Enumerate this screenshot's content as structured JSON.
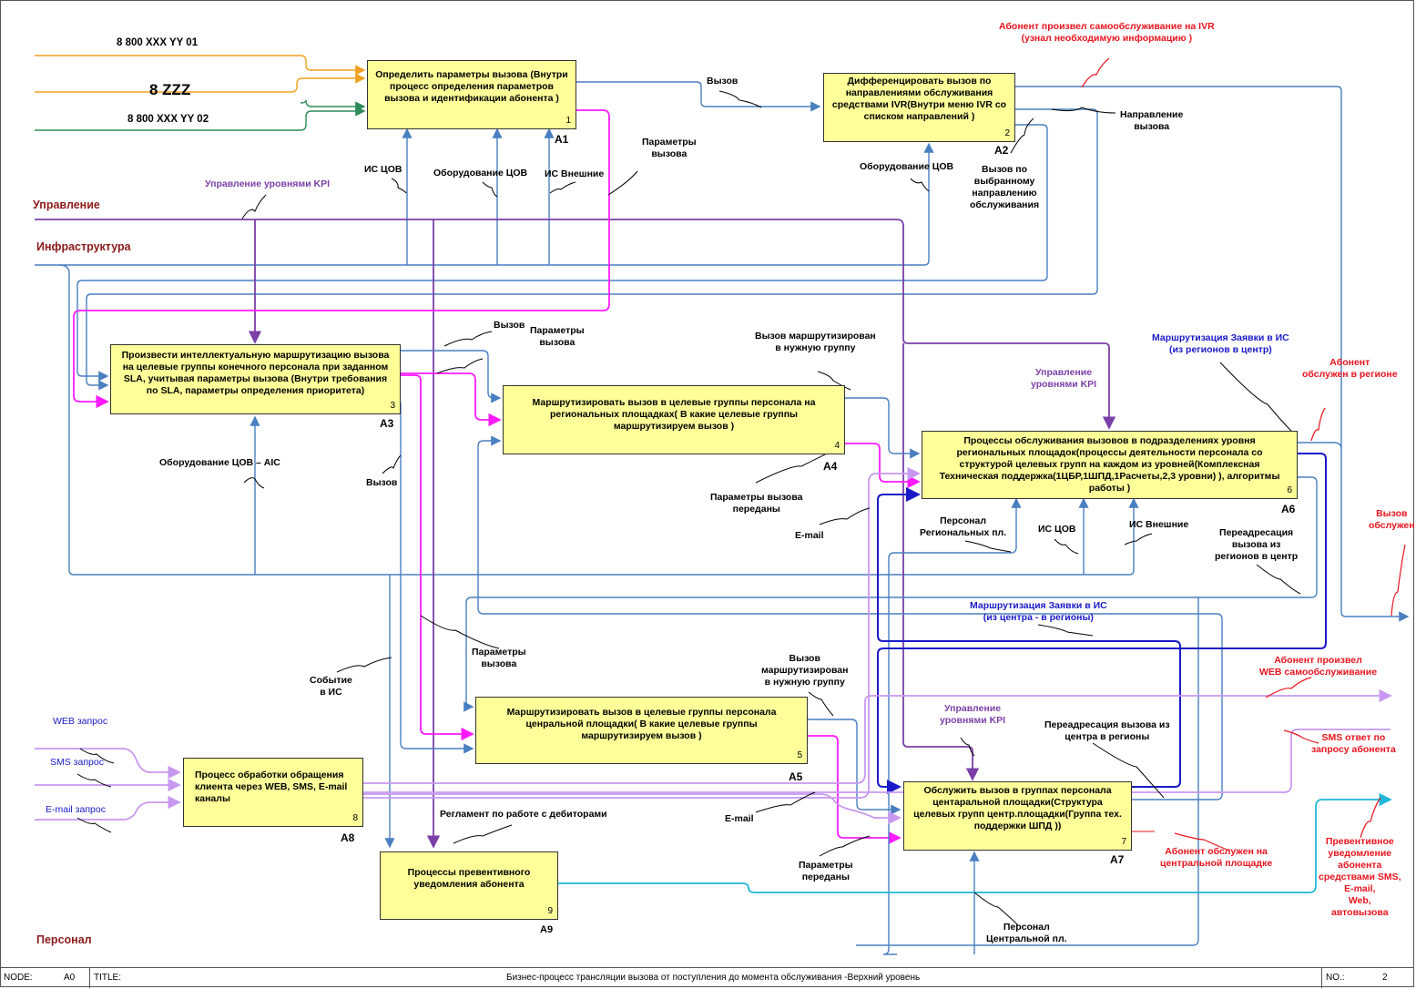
{
  "boxes": [
    {
      "id": "a1",
      "text": "Определить параметры вызова (Внутри процесс   определения параметров вызова и идентификации абонента )",
      "num": "1",
      "node": "A1"
    },
    {
      "id": "a2",
      "text": "Дифференцировать  вызов по направлениями обслуживания средствами IVR(Внутри меню IVR со списком направлений )",
      "num": "2",
      "node": "A2"
    },
    {
      "id": "a3",
      "text": "Произвести интеллектуальную маршрутизацию вызова на целевые группы конечного персонала при заданном SLA, учитывая параметры вызова (Внутри требования по SLA, параметры определения  приоритета)",
      "num": "3",
      "node": "A3"
    },
    {
      "id": "a4",
      "text": "Маршрутизировать вызов в целевые группы персонала на региональных площадках(   В какие целевые группы маршрутизируем вызов )",
      "num": "4",
      "node": "A4"
    },
    {
      "id": "a5",
      "text": "Маршрутизировать вызов в целевые группы персонала ценральной площадки(  В какие целевые группы маршрутизируем вызов )",
      "num": "5",
      "node": "A5"
    },
    {
      "id": "a6",
      "text": "Процессы обслуживания  вызовов в подразделениях  уровня региональных площадок(процессы деятельности персонала со структурой целевых групп  на каждом из уровней(Комплексная Техническая поддержка(1ЦБР,1ШПД,1Расчеты,2,3 уровни) ), алгоритмы работы )",
      "num": "6",
      "node": "A6"
    },
    {
      "id": "a7",
      "text": "Обслужить вызов в группах персонала центаральной площадки(Структура целевых групп центр.площадки(Группа тех. поддержки ШПД ))",
      "num": "7",
      "node": "A7"
    },
    {
      "id": "a8",
      "text": "Процесс обработки  обращения клиента через WEB, SMS, E-mail каналы",
      "num": "8",
      "node": "A8"
    },
    {
      "id": "a9",
      "text": "Процессы превентивного уведомления абонента",
      "num": "9",
      "node": "A9"
    }
  ],
  "labels": {
    "num1": "8 800 XXX YY 01",
    "num2": "8 ZZZ",
    "num3": "8 800 XXX YY 02",
    "upravlenie": "Управление",
    "infra": "Инфраструктура",
    "personal": "Персонал",
    "kpi1": "Управление уровнями KPI",
    "is_cov_1": "ИС ЦОВ",
    "equip_1": "Оборудование ЦОВ",
    "is_ext_1": "ИС Внешние",
    "params_1": "Параметры\nвызова",
    "call_1": "Вызов",
    "equip_2": "Оборудование ЦОВ",
    "direction": "Направление\nвызова",
    "call_selected": "Вызов по\nвыбранному\nнаправлению\nобслуживания",
    "ivr_self": "Абонент произвел самообслуживание  на IVR\n(узнал необходимую информацию )",
    "call_2": "Вызов",
    "params_2": "Параметры\nвызова",
    "routed_group_1": "Вызов маршрутизирован\nв нужную группу",
    "equip_aic": "Оборудование ЦОВ – AIC",
    "call_3": "Вызов",
    "params_passed_1": "Параметры вызова\nпереданы",
    "email_1": "E-mail",
    "kpi2": "Управление\nуровнями KPI",
    "route_req_1": "Маршрутизация Заявки в ИС\n(из  регионов в центр)",
    "served_region": "Абонент\nобслужен в регионе",
    "staff_reg": "Персонал\nРегиональных пл.",
    "is_cov_2": "ИС ЦОВ",
    "is_ext_2": "ИС Внешние",
    "redirect_1": "Переадресация\nвызова из\nрегионов в центр",
    "call_served": "Вызов\nобслужен",
    "route_req_2": "Маршрутизация Заявки в ИС\n(из центра - в регионы)",
    "web_self": "Абонент произвел\nWEB самообслуживание",
    "sms_answer": "SMS ответ по\nзапросу абонента",
    "params_3": "Параметры\nвызова",
    "event_is": "Событие\nв ИС",
    "routed_group_2": "Вызов\nмаршрутизирован\nв нужную группу",
    "kpi3": "Управление\nуровнями KPI",
    "redirect_2": "Переадресация  вызова из\nцентра в регионы",
    "web_req": "WEB запрос",
    "sms_req": "SMS запрос",
    "email_req": "E-mail запрос",
    "reglament": "Регламент по работе с дебиторами",
    "email_2": "E-mail",
    "params_passed_2": "Параметры\nпереданы",
    "served_central": "Абонент обслужен на\nцентральной площадке",
    "preventive": "Превентивное\nуведомление\nабонента\nсредствами SMS,\nE-mail,\nWeb,\nавтовызова",
    "staff_central": "Персонал\nЦентральной пл."
  },
  "footer": {
    "node_label": "NODE:",
    "node_value": "A0",
    "title_label": "TITLE:",
    "title_value": "Бизнес-процесс трансляции вызова от поступления до момента обслуживания -Верхний уровень",
    "no_label": "NO.:",
    "no_value": "2"
  },
  "colors": {
    "box_fill": "#ffff99",
    "steel": "#4a7fc1",
    "purple": "#7b3fa8",
    "magenta": "#ff1aff",
    "lilac": "#c898f0",
    "navy": "#1a1ac8",
    "orange": "#f0a020",
    "green": "#2e8b57",
    "cyan": "#20b8d8",
    "red": "#e8141e",
    "maroon": "#8b1a1a"
  }
}
